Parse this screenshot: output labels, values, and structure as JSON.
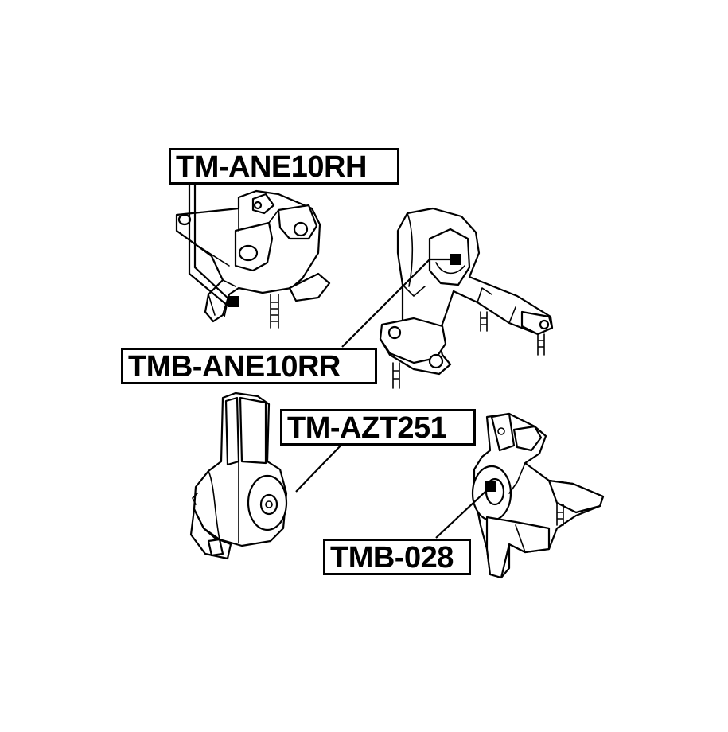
{
  "labels": {
    "tm_ane10rh": "TM-ANE10RH",
    "tmb_ane10rr": "TMB-ANE10RR",
    "tm_azt251": "TM-AZT251",
    "tmb_028": "TMB-028"
  }
}
